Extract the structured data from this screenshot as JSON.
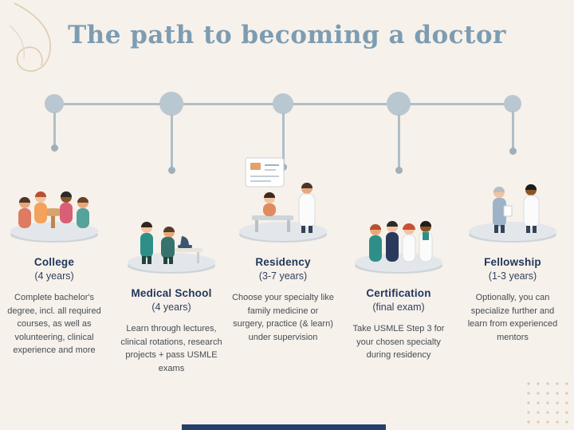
{
  "title": "The path to becoming a doctor",
  "colors": {
    "background": "#f6f1ea",
    "title": "#7d9cb2",
    "heading": "#22375c",
    "body_text": "#474c55",
    "timeline": "#aebfc9",
    "platform": "#e3e7eb",
    "footer_bar": "#26406c",
    "decoration": "#ddccb2"
  },
  "stages": [
    {
      "name": "College",
      "duration": "(4 years)",
      "description": "Complete bachelor's degree, incl. all required courses, as well as volunteering, clinical experience and more",
      "illustration": "college-students-illustration"
    },
    {
      "name": "Medical School",
      "duration": "(4 years)",
      "description": "Learn through lectures, clinical rotations, research projects + pass USMLE exams",
      "illustration": "medical-school-lab-illustration"
    },
    {
      "name": "Residency",
      "duration": "(3-7 years)",
      "description": "Choose your specialty like family medicine or surgery, practice (& learn) under supervision",
      "illustration": "residency-exam-room-illustration"
    },
    {
      "name": "Certification",
      "duration": "(final exam)",
      "description": "Take USMLE Step 3 for your chosen specialty during residency",
      "illustration": "certification-team-illustration"
    },
    {
      "name": "Fellowship",
      "duration": "(1-3 years)",
      "description": "Optionally, you can specialize further and learn from experienced mentors",
      "illustration": "fellowship-mentor-illustration"
    }
  ]
}
